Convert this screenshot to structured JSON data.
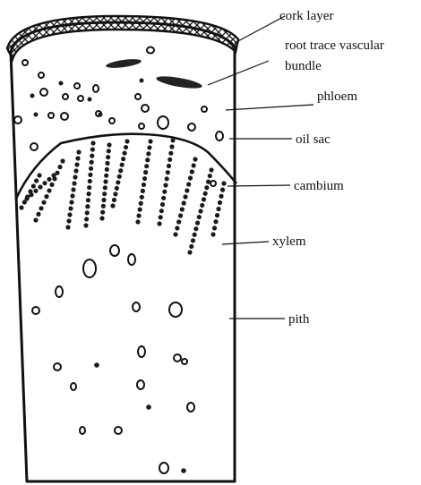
{
  "labels": {
    "cork_layer": "cork layer",
    "root_trace_line1": "root trace vascular",
    "root_trace_line2": "bundle",
    "phloem": "phloem",
    "oil_sac": "oil sac",
    "cambium": "cambium",
    "xylem": "xylem",
    "pith": "pith"
  }
}
